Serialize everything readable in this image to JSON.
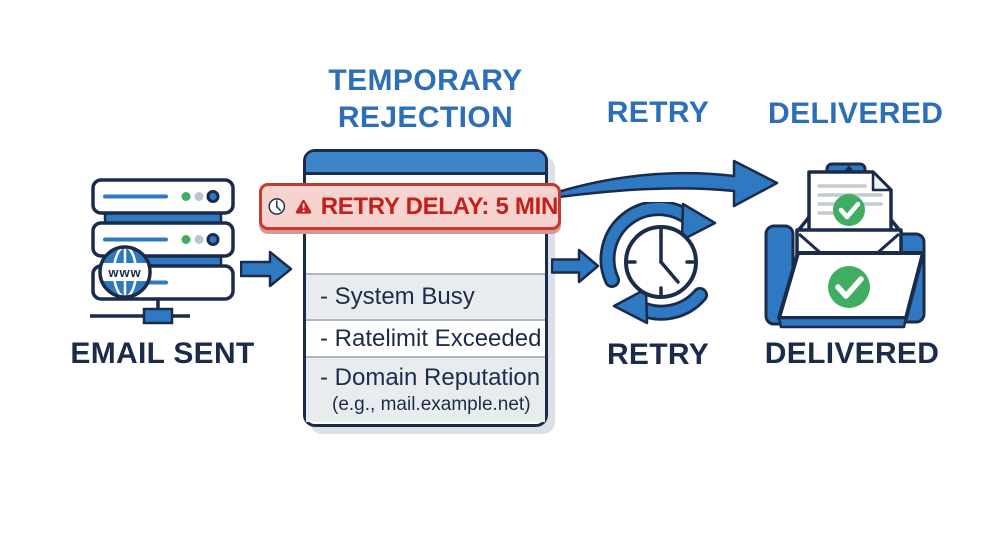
{
  "email_sent": {
    "label": "EMAIL SENT",
    "server_www": "www"
  },
  "rejection": {
    "heading_line1": "TEMPORARY",
    "heading_line2": "REJECTION",
    "banner_text": "RETRY DELAY: 5 MIN",
    "reasons": [
      {
        "text": "- System Busy",
        "subtext": ""
      },
      {
        "text": "- Ratelimit Exceeded",
        "subtext": ""
      },
      {
        "text": "- Domain Reputation",
        "subtext": "(e.g., mail.example.net)"
      }
    ]
  },
  "retry": {
    "heading": "RETRY",
    "label": "RETRY"
  },
  "delivered": {
    "heading": "DELIVERED",
    "label": "DELIVERED"
  },
  "colors": {
    "outline_navy": "#1b2b4a",
    "arrow_blue": "#2e79c2",
    "header_band_blue": "#3b86ca",
    "heading_blue": "#2c6fb7",
    "banner_pink": "#f7d3d0",
    "banner_red_border": "#c43a30",
    "banner_red_text": "#c1201c",
    "success_green": "#3fae63",
    "row_gray": "#e9ecef"
  }
}
